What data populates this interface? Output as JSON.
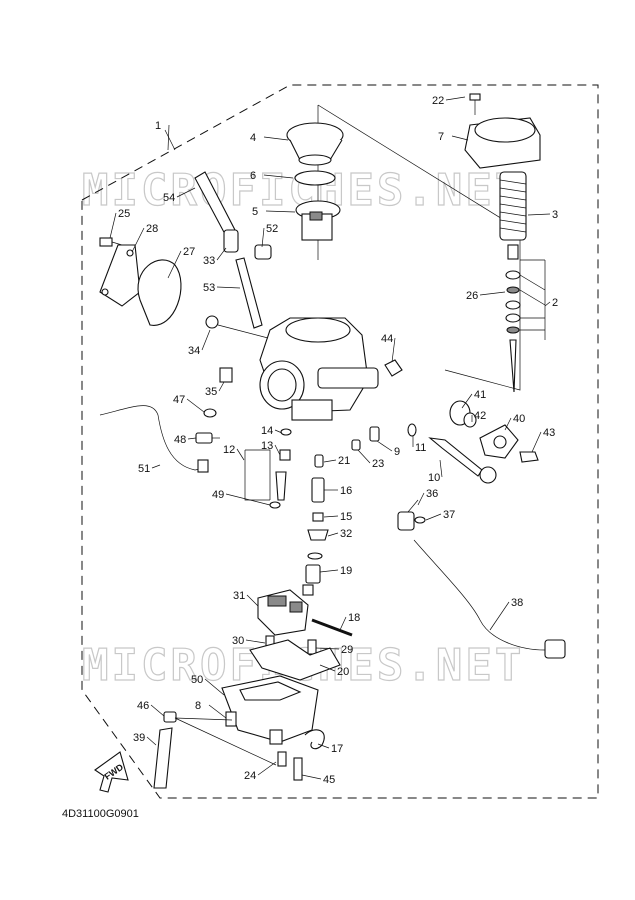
{
  "watermark": "MICROFICHES.NET",
  "drawing_code": "4D31100G0901",
  "fwd_label": "FWD",
  "callouts": [
    {
      "id": "22",
      "label": "22"
    },
    {
      "id": "7",
      "label": "7"
    },
    {
      "id": "1",
      "label": "1"
    },
    {
      "id": "4",
      "label": "4"
    },
    {
      "id": "6",
      "label": "6"
    },
    {
      "id": "5",
      "label": "5"
    },
    {
      "id": "54",
      "label": "54"
    },
    {
      "id": "3",
      "label": "3"
    },
    {
      "id": "25",
      "label": "25"
    },
    {
      "id": "28",
      "label": "28"
    },
    {
      "id": "52",
      "label": "52"
    },
    {
      "id": "33",
      "label": "33"
    },
    {
      "id": "27",
      "label": "27"
    },
    {
      "id": "26",
      "label": "26"
    },
    {
      "id": "2",
      "label": "2"
    },
    {
      "id": "53",
      "label": "53"
    },
    {
      "id": "34",
      "label": "34"
    },
    {
      "id": "44",
      "label": "44"
    },
    {
      "id": "35",
      "label": "35"
    },
    {
      "id": "41",
      "label": "41"
    },
    {
      "id": "47",
      "label": "47"
    },
    {
      "id": "42",
      "label": "42"
    },
    {
      "id": "40",
      "label": "40"
    },
    {
      "id": "14",
      "label": "14"
    },
    {
      "id": "13",
      "label": "13"
    },
    {
      "id": "12",
      "label": "12"
    },
    {
      "id": "48",
      "label": "48"
    },
    {
      "id": "11",
      "label": "11"
    },
    {
      "id": "43",
      "label": "43"
    },
    {
      "id": "9",
      "label": "9"
    },
    {
      "id": "21",
      "label": "21"
    },
    {
      "id": "23",
      "label": "23"
    },
    {
      "id": "51",
      "label": "51"
    },
    {
      "id": "10",
      "label": "10"
    },
    {
      "id": "16",
      "label": "16"
    },
    {
      "id": "49",
      "label": "49"
    },
    {
      "id": "36",
      "label": "36"
    },
    {
      "id": "15",
      "label": "15"
    },
    {
      "id": "37",
      "label": "37"
    },
    {
      "id": "32",
      "label": "32"
    },
    {
      "id": "19",
      "label": "19"
    },
    {
      "id": "31",
      "label": "31"
    },
    {
      "id": "38",
      "label": "38"
    },
    {
      "id": "18",
      "label": "18"
    },
    {
      "id": "30",
      "label": "30"
    },
    {
      "id": "29",
      "label": "29"
    },
    {
      "id": "20",
      "label": "20"
    },
    {
      "id": "50",
      "label": "50"
    },
    {
      "id": "46",
      "label": "46"
    },
    {
      "id": "8",
      "label": "8"
    },
    {
      "id": "39",
      "label": "39"
    },
    {
      "id": "17",
      "label": "17"
    },
    {
      "id": "24",
      "label": "24"
    },
    {
      "id": "45",
      "label": "45"
    }
  ]
}
